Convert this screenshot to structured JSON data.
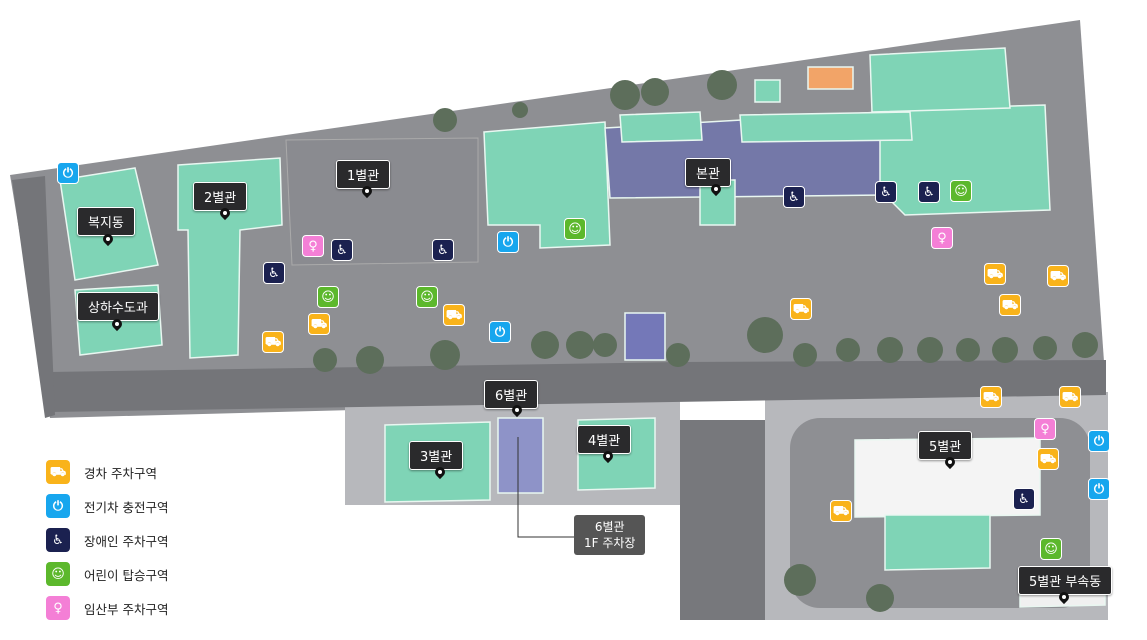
{
  "buildings": {
    "welfare": "복지동",
    "water": "상하수도과",
    "annex2": "2별관",
    "annex1": "1별관",
    "main": "본관",
    "annex6": "6별관",
    "annex3": "3별관",
    "annex4": "4별관",
    "annex5": "5별관",
    "annex5_sub": "5별관 부속동"
  },
  "callout": {
    "line1": "6별관",
    "line2": "1F 주차장"
  },
  "legend": [
    {
      "icon": "compact-car-icon",
      "label": "경차 주차구역",
      "color": "#f9b31a"
    },
    {
      "icon": "ev-charging-icon",
      "label": "전기차 충전구역",
      "color": "#17a6ee"
    },
    {
      "icon": "wheelchair-icon",
      "label": "장애인 주차구역",
      "color": "#1b2150"
    },
    {
      "icon": "child-icon",
      "label": "어린이 탑승구역",
      "color": "#5cb82c"
    },
    {
      "icon": "pregnant-icon",
      "label": "임산부 주차구역",
      "color": "#f47fd6"
    }
  ]
}
